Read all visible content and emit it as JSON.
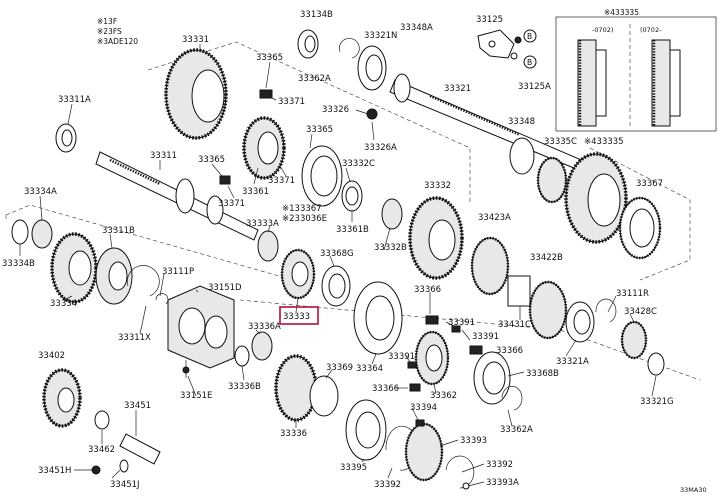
{
  "legend": [
    "※13F",
    "※23FS",
    "※3ADE120"
  ],
  "inset": {
    "title": "※433335",
    "col_a": "-0702)",
    "col_b": "(0702-"
  },
  "labels": {
    "l33134B": "33134B",
    "l33321N": "33321N",
    "l33348A": "33348A",
    "l33125": "33125",
    "l33125A": "33125A",
    "l33331": "33331",
    "l33365a": "33365",
    "l33371a": "33371",
    "l33362A": "33362A",
    "l33326": "33326",
    "l33326A": "33326A",
    "l33321": "33321",
    "l33348": "33348",
    "l33311A": "33311A",
    "l33365b": "33365",
    "l33332C": "33332C",
    "l33335C": "33335C",
    "l433335": "※433335",
    "l33311": "33311",
    "l33365c": "33365",
    "l33361": "33361",
    "l33371b": "33371",
    "l33371c": "33371",
    "l133367": "※133367",
    "l233036": "※233036E",
    "l33332": "33332",
    "l33367": "33367",
    "l33334A": "33334A",
    "l33333A": "33333A",
    "l33361B": "33361B",
    "l33423A": "33423A",
    "l33311B": "33311B",
    "l33368G": "33368G",
    "l33332B": "33332B",
    "l33422B": "33422B",
    "l33334B": "33334B",
    "l33111P": "33111P",
    "l33151D": "33151D",
    "l33366a": "33366",
    "l33111R": "33111R",
    "l33334": "33334",
    "l33333": "33333",
    "l33391a": "33391",
    "l33431C": "33431C",
    "l33428C": "33428C",
    "l33311X": "33311X",
    "l33336A": "33336A",
    "l33364": "33364",
    "l33391b": "33391",
    "l33366b": "33366",
    "l33321A": "33321A",
    "l33402": "33402",
    "l33391c": "33391",
    "l33368B": "33368B",
    "l33369": "33369",
    "l33366c": "33366",
    "l33336B": "33336B",
    "l33151E": "33151E",
    "l33362": "33362",
    "l33321G": "33321G",
    "l33394": "33394",
    "l33451": "33451",
    "l33336": "33336",
    "l33462": "33462",
    "l33393": "33393",
    "l33392a": "33392",
    "l33451H": "33451H",
    "l33395": "33395",
    "l33392b": "33392",
    "l33451J": "33451J",
    "l33393A": "33393A",
    "ref": "33MA30"
  },
  "callout_marks": [
    "B",
    "B"
  ],
  "colors": {
    "highlight": "#b0123a",
    "line": "#222222"
  }
}
